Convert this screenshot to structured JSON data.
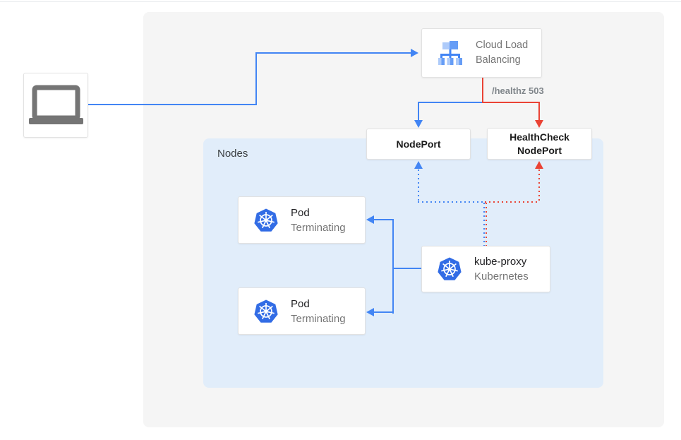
{
  "colors": {
    "blue": "#4285f4",
    "red": "#ea4335",
    "k8s_blue": "#326ce5",
    "panel_gray": "#f5f5f5",
    "nodes_bg": "#e1edfa",
    "icon_gray": "#757575",
    "icon_light_blue": "#aecbfa",
    "icon_mid_blue": "#669df6"
  },
  "diagram": {
    "nodes_label": "Nodes",
    "cloud_load_balancing": {
      "line1": "Cloud Load",
      "line2": "Balancing"
    },
    "healthz_label": "/healthz 503",
    "nodeport_label": "NodePort",
    "healthcheck": {
      "line1": "HealthCheck",
      "line2": "NodePort"
    },
    "pod1": {
      "title": "Pod",
      "subtitle": "Terminating"
    },
    "pod2": {
      "title": "Pod",
      "subtitle": "Terminating"
    },
    "kube_proxy": {
      "title": "kube-proxy",
      "subtitle": "Kubernetes"
    }
  }
}
